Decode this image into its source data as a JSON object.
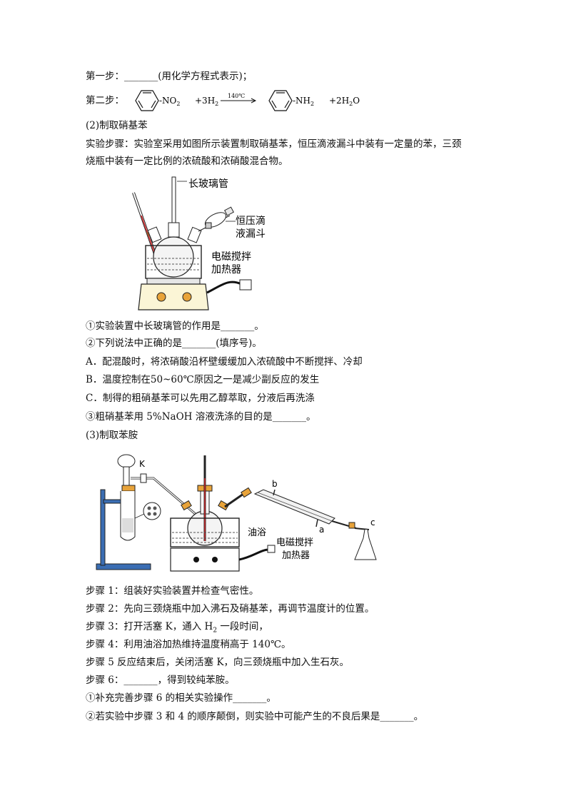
{
  "step1": {
    "prefix": "第一步：",
    "blank": "_______",
    "suffix": "(用化学方程式表示)；"
  },
  "step2": {
    "prefix": "第二步：",
    "no2": "-NO",
    "no2_sub": "2",
    "plus_h2": "+3H",
    "h2_sub": "2",
    "condition": "140℃",
    "nh2": "-NH",
    "nh2_sub": "2",
    "plus_water": "+2H",
    "water_sub": "2",
    "water_o": "O"
  },
  "sec2_title": "(2)制取硝基苯",
  "sec2_text_1": "实验步骤：实验室采用如图所示装置制取硝基苯，恒压滴液漏斗中装有一定量的苯，三颈",
  "sec2_text_2": "烧瓶中装有一定比例的浓硫酸和浓硝酸混合物。",
  "fig1": {
    "label_tube": "长玻璃管",
    "label_funnel_1": "恒压滴",
    "label_funnel_2": "液漏斗",
    "label_heater_1": "电磁搅拌",
    "label_heater_2": "加热器"
  },
  "q1": "①实验装置中长玻璃管的作用是_______。",
  "q2": "②下列说法中正确的是_______(填序号)。",
  "optA": "A．配混酸时，将浓硝酸沿杯壁缓缓加入浓硫酸中不断搅拌、冷却",
  "optB": "B．温度控制在50~60℃原因之一是减少副反应的发生",
  "optC": "C．制得的粗硝基苯可以先用乙醇萃取，分液后再洗涤",
  "q3": "③粗硝基苯用 5%NaOH 溶液洗涤的目的是_______。",
  "sec3_title": "(3)制取苯胺",
  "fig2": {
    "label_k": "K",
    "label_b": "b",
    "label_a": "a",
    "label_c": "c",
    "label_oil": "油浴",
    "label_heater_1": "电磁搅拌",
    "label_heater_2": "加热器"
  },
  "s1": "步骤 1：组装好实验装置并检查气密性。",
  "s2": "步骤 2：先向三颈烧瓶中加入沸石及硝基苯，再调节温度计的位置。",
  "s3_a": "步骤 3：打开活塞 K，通入 H",
  "s3_sub": "2",
  "s3_b": " 一段时间，",
  "s4": "步骤 4：利用油浴加热维持温度稍高于  140℃。",
  "s5": "步骤 5 反应结束后，关闭活塞 K，向三颈烧瓶中加入生石灰。",
  "s6": "步骤 6：_______，得到较纯苯胺。",
  "q4": "①补充完善步骤 6 的相关实验操作_______。",
  "q5": "②若实验中步骤 3 和 4 的顺序颠倒，则实验中可能产生的不良后果是_______。"
}
